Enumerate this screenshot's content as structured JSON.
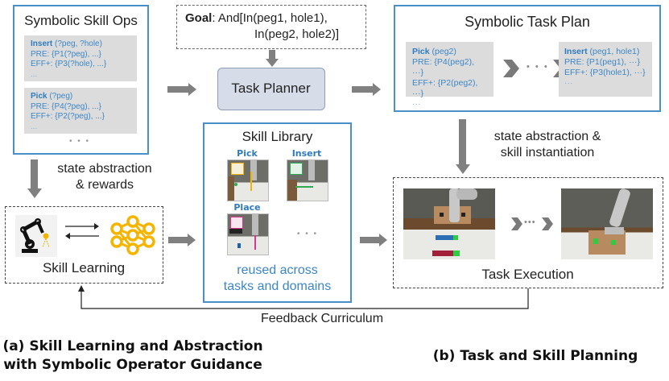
{
  "symbolic_skill_ops": {
    "title": "Symbolic Skill Ops",
    "ops": [
      {
        "name": "Insert",
        "args": " (?peg, ?hole)",
        "pre": "PRE: {P1(?peg), ...}",
        "eff": "EFF+: {P3(?hole), ...}",
        "more": "..."
      },
      {
        "name": "Pick",
        "args": " (?peg)",
        "pre": "PRE: {P4(?peg), ...}",
        "eff": "EFF+: {P2(?peg), ...}",
        "more": "..."
      }
    ],
    "ellipsis": "• • •"
  },
  "goal": {
    "label": "Goal",
    "line1": ": And[In(peg1, hole1),",
    "line2": "In(peg2, hole2)]"
  },
  "task_planner": {
    "label": "Task Planner"
  },
  "symbolic_task_plan": {
    "title": "Symbolic Task Plan",
    "steps": [
      {
        "name": "Pick",
        "args": " (peg2)",
        "pre": "PRE: {P4(peg2), ···}",
        "eff": "EFF+: {P2(peg2), ···}",
        "more": "···"
      },
      {
        "name": "Insert",
        "args": " (peg1, hole1)",
        "pre": "PRE: {P1(peg1), ···}",
        "eff": "EFF+: {P3(hole1), ···}",
        "more": "···"
      }
    ],
    "ellipsis": "• • •"
  },
  "edges": {
    "left_down": "state abstraction\n& rewards",
    "left_down_line1": "state abstraction",
    "left_down_line2": "& rewards",
    "right_down_line1": "state abstraction &",
    "right_down_line2": "skill instantiation",
    "feedback": "Feedback Curriculum"
  },
  "skill_learning": {
    "label": "Skill Learning",
    "robot_icon": "robot-arm-icon",
    "network_icon": "neural-network-icon"
  },
  "skill_library": {
    "title": "Skill Library",
    "skills": [
      {
        "name": "Pick",
        "color": "#f4b400"
      },
      {
        "name": "Insert",
        "color": "#2eaa55"
      },
      {
        "name": "Place",
        "color": "#e0338a"
      }
    ],
    "ellipsis": "• • •",
    "note_line1": "reused across",
    "note_line2": "tasks and domains"
  },
  "task_execution": {
    "label": "Task Execution",
    "ellipsis": "•••"
  },
  "captions": {
    "a_line1": "(a) Skill Learning and Abstraction",
    "a_line2": "with Symbolic Operator Guidance",
    "b": "(b) Task and Skill Planning"
  },
  "colors": {
    "accent_blue": "#4a90c8",
    "text_blue": "#3d86c6",
    "arrow_grey": "#808080",
    "network_yellow": "#f4b400"
  }
}
